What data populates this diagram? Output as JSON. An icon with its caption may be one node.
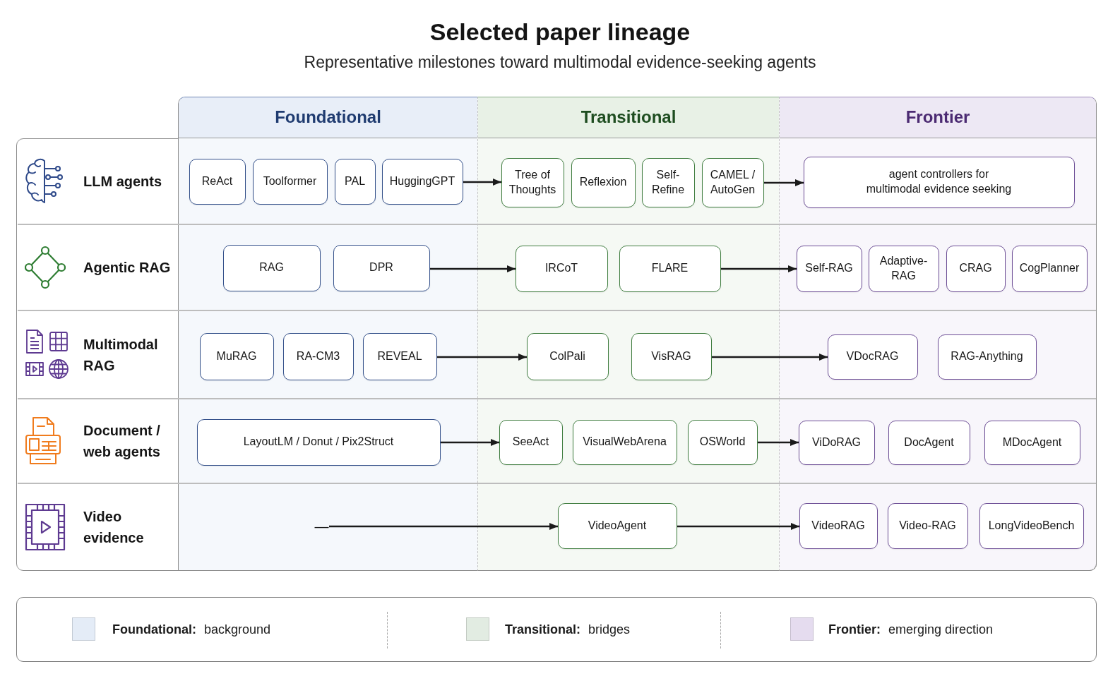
{
  "diagram": {
    "title": "Selected paper lineage",
    "caption": "Representative milestones toward multimodal evidence-seeking agents",
    "nodes": [
      {
        "text": [
          "Foundational"
        ]
      },
      {
        "text": [
          "Transitional"
        ]
      },
      {
        "text": [
          "Frontier"
        ]
      },
      {
        "text": [
          "ReAct"
        ],
        "in": 0
      },
      {
        "text": [
          "Toolformer"
        ],
        "in": 0
      },
      {
        "text": [
          "PAL"
        ],
        "in": 0
      },
      {
        "text": [
          "HuggingGPT"
        ],
        "in": 0
      },
      {
        "text": [
          "Tree of Thoughts"
        ],
        "in": 1
      },
      {
        "text": [
          "Reflexion"
        ],
        "in": 1
      },
      {
        "text": [
          "Self-Refine"
        ],
        "in": 1
      },
      {
        "text": [
          "CAMEL / AutoGen"
        ],
        "in": 1
      },
      {
        "text": [
          "agent controllers for multimodal evidence seeking"
        ],
        "in": 2
      },
      {
        "text": [
          "RAG"
        ],
        "in": 0
      },
      {
        "text": [
          "DPR"
        ],
        "in": 0
      },
      {
        "text": [
          "IRCoT"
        ],
        "in": 1
      },
      {
        "text": [
          "FLARE"
        ],
        "in": 1
      },
      {
        "text": [
          "Self-RAG"
        ],
        "in": 2
      },
      {
        "text": [
          "Adaptive-RAG"
        ],
        "in": 2
      },
      {
        "text": [
          "CRAG"
        ],
        "in": 2
      },
      {
        "text": [
          "CogPlanner"
        ],
        "in": 2
      },
      {
        "text": [
          "MuRAG"
        ],
        "in": 0
      },
      {
        "text": [
          "RA-CM3"
        ],
        "in": 0
      },
      {
        "text": [
          "REVEAL"
        ],
        "in": 0
      },
      {
        "text": [
          "ColPali"
        ],
        "in": 1
      },
      {
        "text": [
          "VisRAG"
        ],
        "in": 1
      },
      {
        "text": [
          "VDocRAG"
        ],
        "in": 2
      },
      {
        "text": [
          "RAG-Anything"
        ],
        "in": 2
      },
      {
        "text": [
          "LayoutLM / Donut / Pix2Struct"
        ],
        "in": 0
      },
      {
        "text": [
          "SeeAct"
        ],
        "in": 1
      },
      {
        "text": [
          "VisualWebArena"
        ],
        "in": 1
      },
      {
        "text": [
          "OSWorld"
        ],
        "in": 1
      },
      {
        "text": [
          "ViDoRAG"
        ],
        "in": 2
      },
      {
        "text": [
          "DocAgent"
        ],
        "in": 2
      },
      {
        "text": [
          "MDocAgent"
        ],
        "in": 2
      },
      {
        "text": [
          "—"
        ],
        "in": 0
      },
      {
        "text": [
          "VideoAgent"
        ],
        "in": 1
      },
      {
        "text": [
          "VideoRAG"
        ],
        "in": 2
      },
      {
        "text": [
          "Video-RAG"
        ],
        "in": 2
      },
      {
        "text": [
          "LongVideoBench"
        ],
        "in": 2
      }
    ],
    "edges": [
      {
        "from": 6,
        "to": 7,
        "arrow": "to"
      },
      {
        "from": 10,
        "to": 11,
        "arrow": "to"
      },
      {
        "from": 13,
        "to": 14,
        "arrow": "to"
      },
      {
        "from": 15,
        "to": 16,
        "arrow": "to"
      },
      {
        "from": 22,
        "to": 23,
        "arrow": "to"
      },
      {
        "from": 24,
        "to": 25,
        "arrow": "to"
      },
      {
        "from": 27,
        "to": 28,
        "arrow": "to"
      },
      {
        "from": 30,
        "to": 31,
        "arrow": "to"
      },
      {
        "from": 34,
        "to": 35,
        "arrow": "to"
      },
      {
        "from": 35,
        "to": 36,
        "arrow": "to"
      }
    ],
    "labels": [
      "LLM agents",
      "Agentic RAG",
      "Multimodal RAG",
      "Document / web agents",
      "Video evidence"
    ],
    "legend": [
      {
        "text": "**Foundational:** background",
        "color": "#e4ecf7"
      },
      {
        "text": "**Transitional:** bridges",
        "color": "#e2ece2"
      },
      {
        "text": "**Frontier:** emerging direction",
        "color": "#e5dcef"
      }
    ]
  }
}
